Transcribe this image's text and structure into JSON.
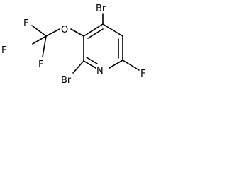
{
  "molecule": {
    "atoms": {
      "br_top": "Br",
      "br_bottom": "Br",
      "f_ring": "F",
      "n_ring": "N",
      "o_ether": "O",
      "f_cf3_left": "F",
      "f_cf3_top": "F",
      "f_cf3_bottom": "F"
    }
  }
}
